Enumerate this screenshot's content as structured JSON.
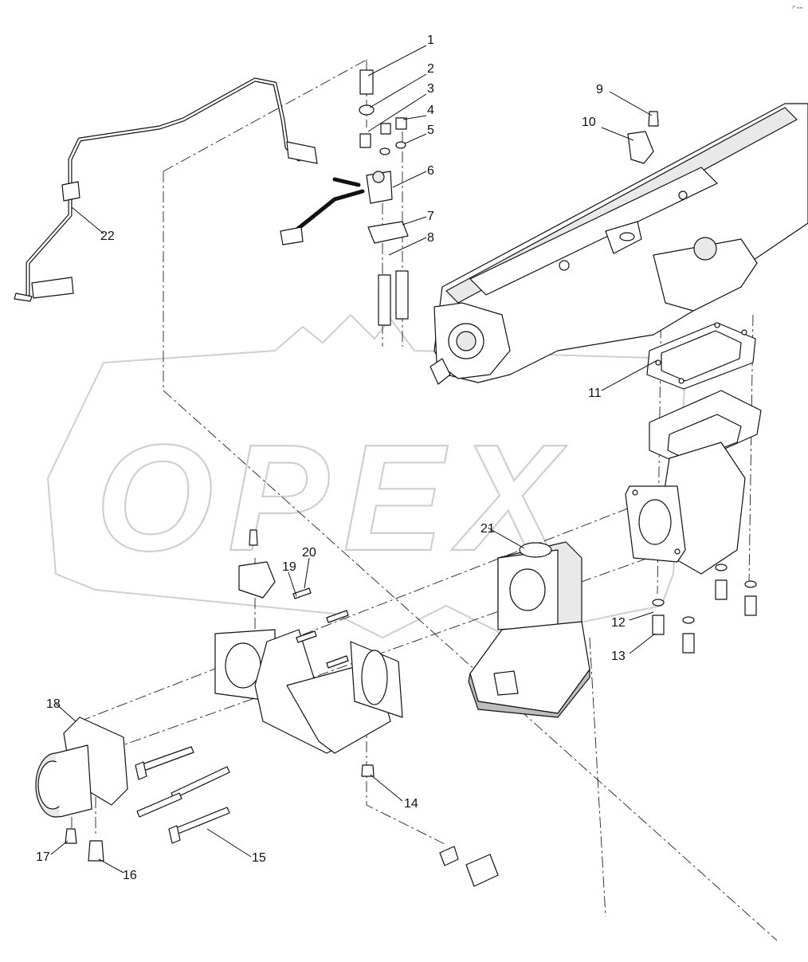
{
  "watermark": "OPEX",
  "corner_mark": "ᵢᵐ ₘₘ",
  "callouts": [
    "1",
    "2",
    "3",
    "4",
    "5",
    "6",
    "7",
    "8",
    "9",
    "10",
    "11",
    "12",
    "13",
    "14",
    "15",
    "16",
    "17",
    "18",
    "19",
    "20",
    "21",
    "22"
  ]
}
